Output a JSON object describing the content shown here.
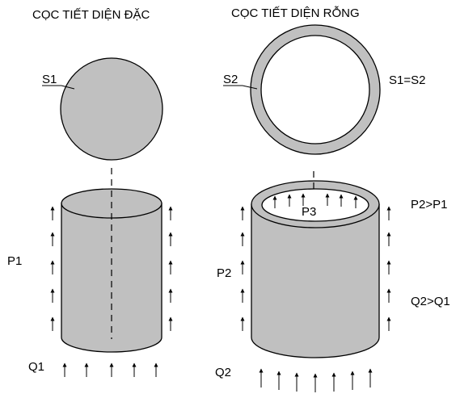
{
  "titles": {
    "solid": "CỌC TIẾT DIỆN ĐẶC",
    "hollow": "CỌC TIẾT DIỆN RỖNG"
  },
  "labels": {
    "s1": "S1",
    "s2": "S2",
    "s_equal": "S1=S2",
    "p1": "P1",
    "p2": "P2",
    "p3": "P3",
    "p_compare": "P2>P1",
    "q1": "Q1",
    "q2": "Q2",
    "q_compare": "Q2>Q1"
  },
  "colors": {
    "fill": "#c0c0c0",
    "stroke": "#000000",
    "background": "#ffffff"
  }
}
